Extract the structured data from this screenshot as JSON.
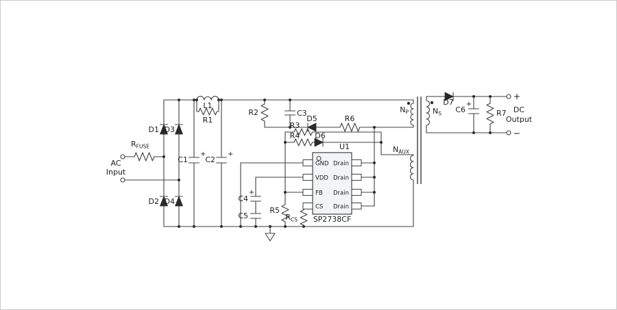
{
  "colors": {
    "line": "#3f3f3f",
    "text": "#1b1b1b",
    "ic_fill": "#f3f4f6",
    "background": "#ffffff"
  },
  "io": {
    "ac_label_1": "AC",
    "ac_label_2": "Input",
    "dc_label_1": "DC",
    "dc_label_2": "Output",
    "dc_plus": "+",
    "dc_minus": "−"
  },
  "parts": {
    "rfuse": {
      "main": "R",
      "sub": "FUSE"
    },
    "d1": "D1",
    "d2": "D2",
    "d3": "D3",
    "d4": "D4",
    "c1": "C1",
    "c2": "C2",
    "l1": "L1",
    "r1": "R1",
    "r2": "R2",
    "c3": "C3",
    "d5": "D5",
    "r6": "R6",
    "r3": "R3",
    "r4": "R4",
    "d6": "D6",
    "c4": "C4",
    "c5": "C5",
    "r5": "R5",
    "rcs": {
      "main": "R",
      "sub": "CS"
    },
    "d7": "D7",
    "c6": "C6",
    "r7": "R7",
    "np": {
      "main": "N",
      "sub": "P"
    },
    "ns": {
      "main": "N",
      "sub": "S"
    },
    "naux": {
      "main": "N",
      "sub": "AUX"
    },
    "plus": "+"
  },
  "ic": {
    "ref": "U1",
    "part": "SP2738CF",
    "pins_left": [
      "GND",
      "VDD",
      "FB",
      "CS"
    ],
    "pins_right": [
      "Drain",
      "Drain",
      "Drain",
      "Drain"
    ]
  }
}
